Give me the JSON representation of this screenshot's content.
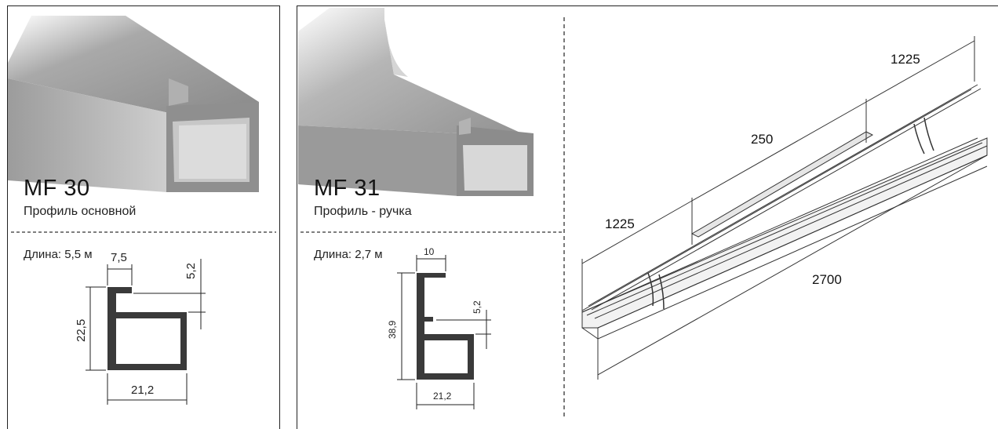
{
  "products": [
    {
      "code": "MF 30",
      "name": "Профиль основной",
      "length_label": "Длина: 5,5 м",
      "dimensions": {
        "top_lip": "7,5",
        "gap": "5,2",
        "height": "22,5",
        "width": "21,2"
      }
    },
    {
      "code": "MF 31",
      "name": "Профиль - ручка",
      "length_label": "Длина: 2,7 м",
      "dimensions": {
        "top_lip": "10",
        "gap": "5,2",
        "height": "38,9",
        "width": "21,2"
      }
    }
  ],
  "assembly": {
    "left_segment": "1225",
    "middle_segment": "250",
    "right_segment": "1225",
    "total_length": "2700"
  },
  "colors": {
    "aluminium_light": "#c9c9c9",
    "aluminium_dark": "#8f8f8f",
    "profile_section": "#3a3a3a",
    "line": "#222222"
  }
}
